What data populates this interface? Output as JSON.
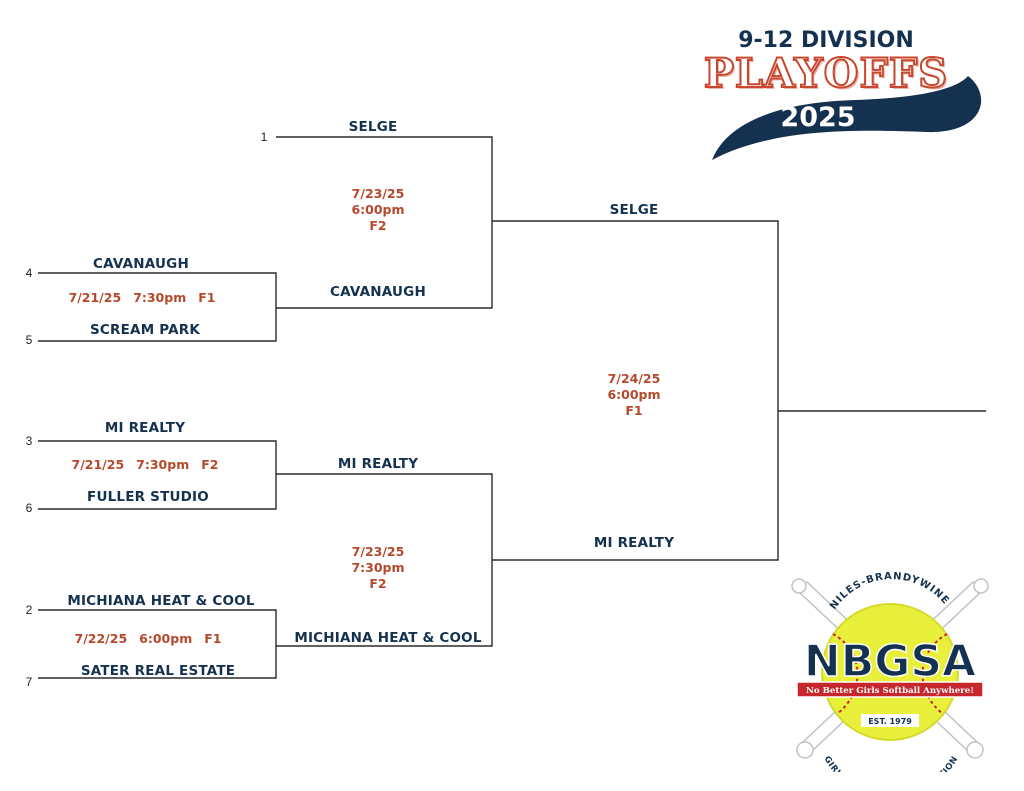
{
  "header": {
    "division": "9-12 DIVISION",
    "playoffs": "PLAYOFFS",
    "year": "2025"
  },
  "seeds": {
    "s1": "1",
    "s4": "4",
    "s5": "5",
    "s3": "3",
    "s6": "6",
    "s2": "2",
    "s7": "7"
  },
  "round1": {
    "game_a": {
      "top": "CAVANAUGH",
      "bottom": "SCREAM PARK",
      "date": "7/21/25",
      "time": "7:30pm",
      "field": "F1"
    },
    "game_b": {
      "top": "MI REALTY",
      "bottom": "FULLER STUDIO",
      "date": "7/21/25",
      "time": "7:30pm",
      "field": "F2"
    },
    "game_c": {
      "top": "MICHIANA HEAT & COOL",
      "bottom": "SATER REAL ESTATE",
      "date": "7/22/25",
      "time": "6:00pm",
      "field": "F1"
    }
  },
  "semis": {
    "game_a": {
      "top": "SELGE",
      "bottom": "CAVANAUGH",
      "date": "7/23/25",
      "time": "6:00pm",
      "field": "F2"
    },
    "game_b": {
      "top": "MI REALTY",
      "bottom": "MICHIANA HEAT & COOL",
      "date": "7/23/25",
      "time": "7:30pm",
      "field": "F2"
    }
  },
  "final": {
    "top": "SELGE",
    "bottom": "MI REALTY",
    "date": "7/24/25",
    "time": "6:00pm",
    "field": "F1"
  },
  "logo": {
    "arc_top": "NILES-BRANDYWINE",
    "name": "NBGSA",
    "tagline": "No Better Girls Softball Anywhere!",
    "est": "EST. 1979",
    "arc_bottom": "GIRLS SOFTBALL ASSOCIATION"
  },
  "colors": {
    "navy": "#14324f",
    "accent": "#b5492b",
    "ball": "#e8f03c",
    "red": "#c8262d"
  }
}
